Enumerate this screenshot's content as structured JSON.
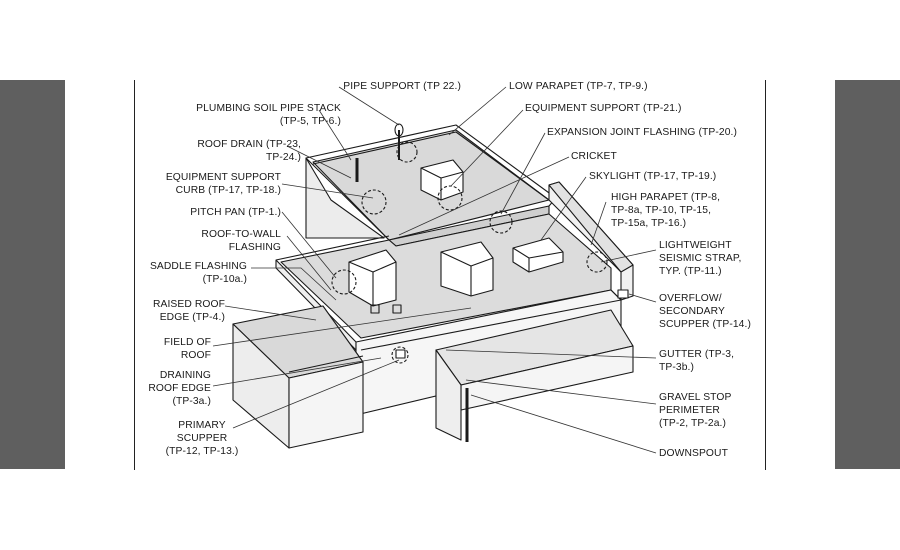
{
  "labels_left": {
    "pipe_support": "PIPE SUPPORT (TP 22.)",
    "plumbing_stack": "PLUMBING SOIL PIPE STACK\n(TP-5, TP-6.)",
    "roof_drain": "ROOF DRAIN (TP-23,\nTP-24.)",
    "equipment_support_curb": "EQUIPMENT SUPPORT\nCURB (TP-17, TP-18.)",
    "pitch_pan": "PITCH PAN (TP-1.)",
    "roof_to_wall": "ROOF-TO-WALL\nFLASHING",
    "saddle_flashing": "SADDLE FLASHING\n(TP-10a.)",
    "raised_roof_edge": "RAISED ROOF\nEDGE (TP-4.)",
    "field_of_roof": "FIELD OF\nROOF",
    "draining_roof_edge": "DRAINING\nROOF EDGE\n(TP-3a.)",
    "primary_scupper": "PRIMARY\nSCUPPER\n(TP-12, TP-13.)"
  },
  "labels_right": {
    "low_parapet": "LOW PARAPET (TP-7, TP-9.)",
    "equipment_support": "EQUIPMENT SUPPORT (TP-21.)",
    "expansion_joint": "EXPANSION JOINT FLASHING (TP-20.)",
    "cricket": "CRICKET",
    "skylight": "SKYLIGHT (TP-17, TP-19.)",
    "high_parapet": "HIGH PARAPET (TP-8,\nTP-8a, TP-10, TP-15,\nTP-15a, TP-16.)",
    "seismic_strap": "LIGHTWEIGHT\nSEISMIC STRAP,\nTYP. (TP-11.)",
    "overflow_scupper": "OVERFLOW/\nSECONDARY\nSCUPPER (TP-14.)",
    "gutter": "GUTTER (TP-3,\nTP-3b.)",
    "gravel_stop": "GRAVEL STOP\nPERIMETER\n(TP-2, TP-2a.)",
    "downspout": "DOWNSPOUT"
  }
}
